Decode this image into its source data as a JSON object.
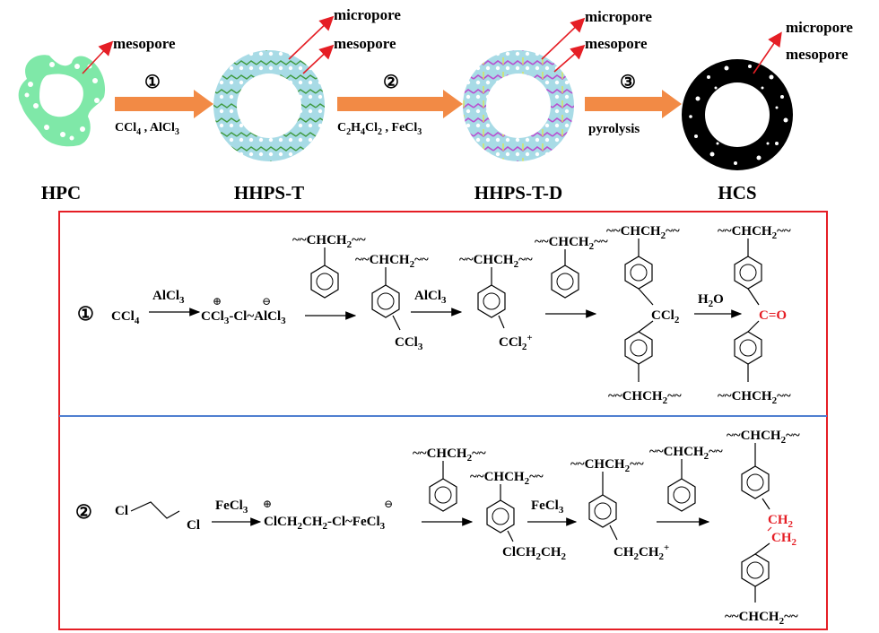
{
  "top": {
    "stages": [
      {
        "name": "HPC"
      },
      {
        "name": "HHPS-T"
      },
      {
        "name": "HHPS-T-D"
      },
      {
        "name": "HCS"
      }
    ],
    "labels": {
      "micropore": "micropore",
      "mesopore": "mesopore"
    },
    "arrows": [
      {
        "num": "①",
        "reagents": "CCl4 , AlCl3"
      },
      {
        "num": "②",
        "reagents": "C2H4Cl2 , FeCl3"
      },
      {
        "num": "③",
        "reagents": "pyrolysis"
      }
    ]
  },
  "colors": {
    "arrow_orange": "#f28a45",
    "hpc_green": "#7fe8a8",
    "shell_blue": "#9fd8e8",
    "shell_purple": "#c98fe0",
    "hcs_black": "#000000",
    "box_red": "#e51e25",
    "divider_blue": "#4f7fd0",
    "pointer_red": "#e51e25"
  },
  "mech1": {
    "num": "①",
    "reactant": "CCl4",
    "cat1": "AlCl3",
    "complex": "CCl3-Cl~AlCl3",
    "chain": "CHCH2",
    "sub_ccl3": "CCl3",
    "cat2": "AlCl3",
    "cation": "CCl2+",
    "bridge": "CCl2",
    "water": "H2O",
    "carbonyl": "C=O"
  },
  "mech2": {
    "num": "②",
    "reactant_cl": "Cl",
    "cat1": "FeCl3",
    "complex": "ClCH2CH2-Cl~FeCl3",
    "chain": "CHCH2",
    "sub_clch": "ClCH2CH2",
    "cat2": "FeCl3",
    "cation": "CH2CH2+",
    "bridge1": "CH2",
    "bridge2": "CH2"
  }
}
